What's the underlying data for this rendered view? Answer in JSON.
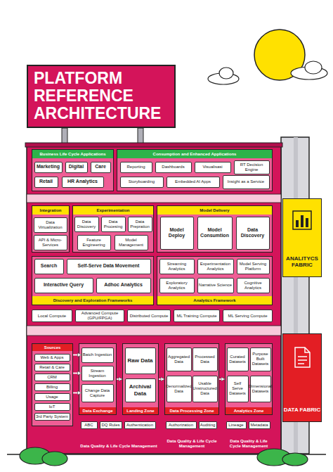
{
  "diagram": {
    "title": "PLATFORM REFERENCE ARCHITECTURE",
    "nodes": [
      {
        "text": [
          "Business Life Cycle Applications"
        ]
      },
      {
        "text": [
          "Marketing"
        ],
        "in": 0
      },
      {
        "text": [
          "Digital"
        ],
        "in": 0
      },
      {
        "text": [
          "Care"
        ],
        "in": 0
      },
      {
        "text": [
          "Retail"
        ],
        "in": 0
      },
      {
        "text": [
          "HR Analytics"
        ],
        "in": 0
      },
      {
        "text": [
          "Consumption and Enhanced Applications"
        ]
      },
      {
        "text": [
          "Reporting"
        ],
        "in": 6
      },
      {
        "text": [
          "Dashboards"
        ],
        "in": 6
      },
      {
        "text": [
          "Visualisasi"
        ],
        "in": 6
      },
      {
        "text": [
          "RT Decision Engine"
        ],
        "in": 6
      },
      {
        "text": [
          "Storyboarding"
        ],
        "in": 6
      },
      {
        "text": [
          "Embedded AI Apps"
        ],
        "in": 6
      },
      {
        "text": [
          "Insight as a Service"
        ],
        "in": 6
      },
      {
        "text": [
          "Integration"
        ]
      },
      {
        "text": [
          "Data Virtualization"
        ],
        "in": 14
      },
      {
        "text": [
          "API & Micro-Services"
        ],
        "in": 14
      },
      {
        "text": [
          "Experimentation"
        ]
      },
      {
        "text": [
          "Data Discovery"
        ],
        "in": 17
      },
      {
        "text": [
          "Data Procesing"
        ],
        "in": 17
      },
      {
        "text": [
          "Data Prepration"
        ],
        "in": 17
      },
      {
        "text": [
          "Feature Engineering"
        ],
        "in": 17
      },
      {
        "text": [
          "Model Management"
        ],
        "in": 17
      },
      {
        "text": [
          "Model Delivery"
        ]
      },
      {
        "text": [
          "Model Deploy"
        ],
        "in": 23
      },
      {
        "text": [
          "Model Consumtion"
        ],
        "in": 23
      },
      {
        "text": [
          "Data Discovery"
        ],
        "in": 23
      },
      {
        "text": [
          "Discovery and Exploration Frameworks"
        ]
      },
      {
        "text": [
          "Search"
        ],
        "in": 27
      },
      {
        "text": [
          "Self-Serve Data Movement"
        ],
        "in": 27
      },
      {
        "text": [
          "Interactive Query"
        ],
        "in": 27
      },
      {
        "text": [
          "Adhoc Analytics"
        ],
        "in": 27
      },
      {
        "text": [
          "Analytics Framework"
        ]
      },
      {
        "text": [
          "Streaming Analytics"
        ],
        "in": 32
      },
      {
        "text": [
          "Experimentation Analytics"
        ],
        "in": 32
      },
      {
        "text": [
          "Model Serving Platform"
        ],
        "in": 32
      },
      {
        "text": [
          "Exploratory Analytics"
        ],
        "in": 32
      },
      {
        "text": [
          "Narrative Science"
        ],
        "in": 32
      },
      {
        "text": [
          "Cognitive Analytics"
        ],
        "in": 32
      },
      {
        "text": [
          "Local Compute"
        ]
      },
      {
        "text": [
          "Advanced Compute (GPU/FPGA)"
        ]
      },
      {
        "text": [
          "Distributed Compute"
        ]
      },
      {
        "text": [
          "ML Training Compute"
        ]
      },
      {
        "text": [
          "ML Serving Compute"
        ]
      },
      {
        "text": [
          "Sources"
        ]
      },
      {
        "text": [
          "Web & Apps"
        ],
        "in": 44
      },
      {
        "text": [
          "Retail & Care"
        ],
        "in": 44
      },
      {
        "text": [
          "CRM"
        ],
        "in": 44
      },
      {
        "text": [
          "Billing"
        ],
        "in": 44
      },
      {
        "text": [
          "Usage"
        ],
        "in": 44
      },
      {
        "text": [
          "IoT"
        ],
        "in": 44
      },
      {
        "text": [
          "3rd Party System"
        ],
        "in": 44
      },
      {
        "text": [
          "Data Exchange"
        ]
      },
      {
        "text": [
          "Batch Ingestion"
        ],
        "in": 52
      },
      {
        "text": [
          "Stream Ingestion"
        ],
        "in": 52
      },
      {
        "text": [
          "Change Data Capture"
        ],
        "in": 52
      },
      {
        "text": [
          "Landing Zone"
        ]
      },
      {
        "text": [
          "Raw Data"
        ],
        "in": 56
      },
      {
        "text": [
          "Archival Data"
        ],
        "in": 56
      },
      {
        "text": [
          "Data Processing Zone"
        ]
      },
      {
        "text": [
          "Aggregated Data"
        ],
        "in": 59
      },
      {
        "text": [
          "Processed Data"
        ],
        "in": 59
      },
      {
        "text": [
          "Denormalized Data"
        ],
        "in": 59
      },
      {
        "text": [
          "Usable Unstructured Data"
        ],
        "in": 59
      },
      {
        "text": [
          "Analytics Zone"
        ]
      },
      {
        "text": [
          "Curated Datasets"
        ],
        "in": 64
      },
      {
        "text": [
          "Purpose Built Datasets"
        ],
        "in": 64
      },
      {
        "text": [
          "Self Serve Datasets"
        ],
        "in": 64
      },
      {
        "text": [
          "Dimensional Datasets"
        ],
        "in": 64
      },
      {
        "text": [
          "Data Quality & Life Cycle Management"
        ]
      },
      {
        "text": [
          "ABC"
        ],
        "in": 69
      },
      {
        "text": [
          "DQ Rules"
        ],
        "in": 69
      },
      {
        "text": [
          "Authentication"
        ],
        "in": 69
      },
      {
        "text": [
          "Data Quality & Life Cycle Management"
        ]
      },
      {
        "text": [
          "Authorization"
        ],
        "in": 73
      },
      {
        "text": [
          "Auditing"
        ],
        "in": 73
      },
      {
        "text": [
          "Data Quality & Life Cycle Management"
        ]
      },
      {
        "text": [
          "Lineage"
        ],
        "in": 76
      },
      {
        "text": [
          "Metadata"
        ],
        "in": 76
      },
      {
        "text": [
          "ANALITYCS FABRIC"
        ]
      },
      {
        "text": [
          "DATA FABRIC"
        ]
      }
    ],
    "edges": [
      {
        "from": 44,
        "to": 53,
        "arrow": "to"
      },
      {
        "from": 44,
        "to": 54,
        "arrow": "to"
      },
      {
        "from": 44,
        "to": 55,
        "arrow": "to"
      },
      {
        "from": 52,
        "to": 56,
        "arrow": "to"
      },
      {
        "from": 56,
        "to": 59,
        "arrow": "to"
      },
      {
        "from": 59,
        "to": 64,
        "arrow": "to"
      }
    ]
  }
}
